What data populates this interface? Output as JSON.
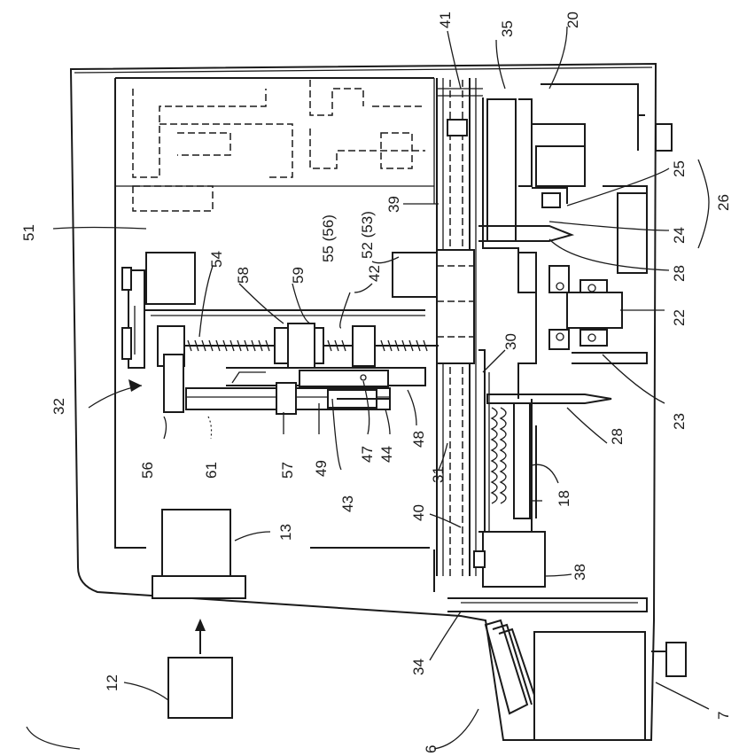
{
  "figure": {
    "labels": {
      "l6": "6",
      "l7": "7",
      "l12": "12",
      "l13": "13",
      "l18": "18",
      "l20": "20",
      "l22": "22",
      "l23": "23",
      "l24": "24",
      "l25": "25",
      "l26": "26",
      "l28a": "28",
      "l28b": "28",
      "l30": "30",
      "l31": "31",
      "l32": "32",
      "l34": "34",
      "l35": "35",
      "l38": "38",
      "l39": "39",
      "l40": "40",
      "l41": "41",
      "l42": "42",
      "l43": "43",
      "l44": "44",
      "l47": "47",
      "l48": "48",
      "l49": "49",
      "l51": "51",
      "l52": "52 (53)",
      "l54": "54",
      "l55": "55 (56)",
      "l56": "56",
      "l57": "57",
      "l58": "58",
      "l59": "59",
      "l61": "61"
    }
  }
}
